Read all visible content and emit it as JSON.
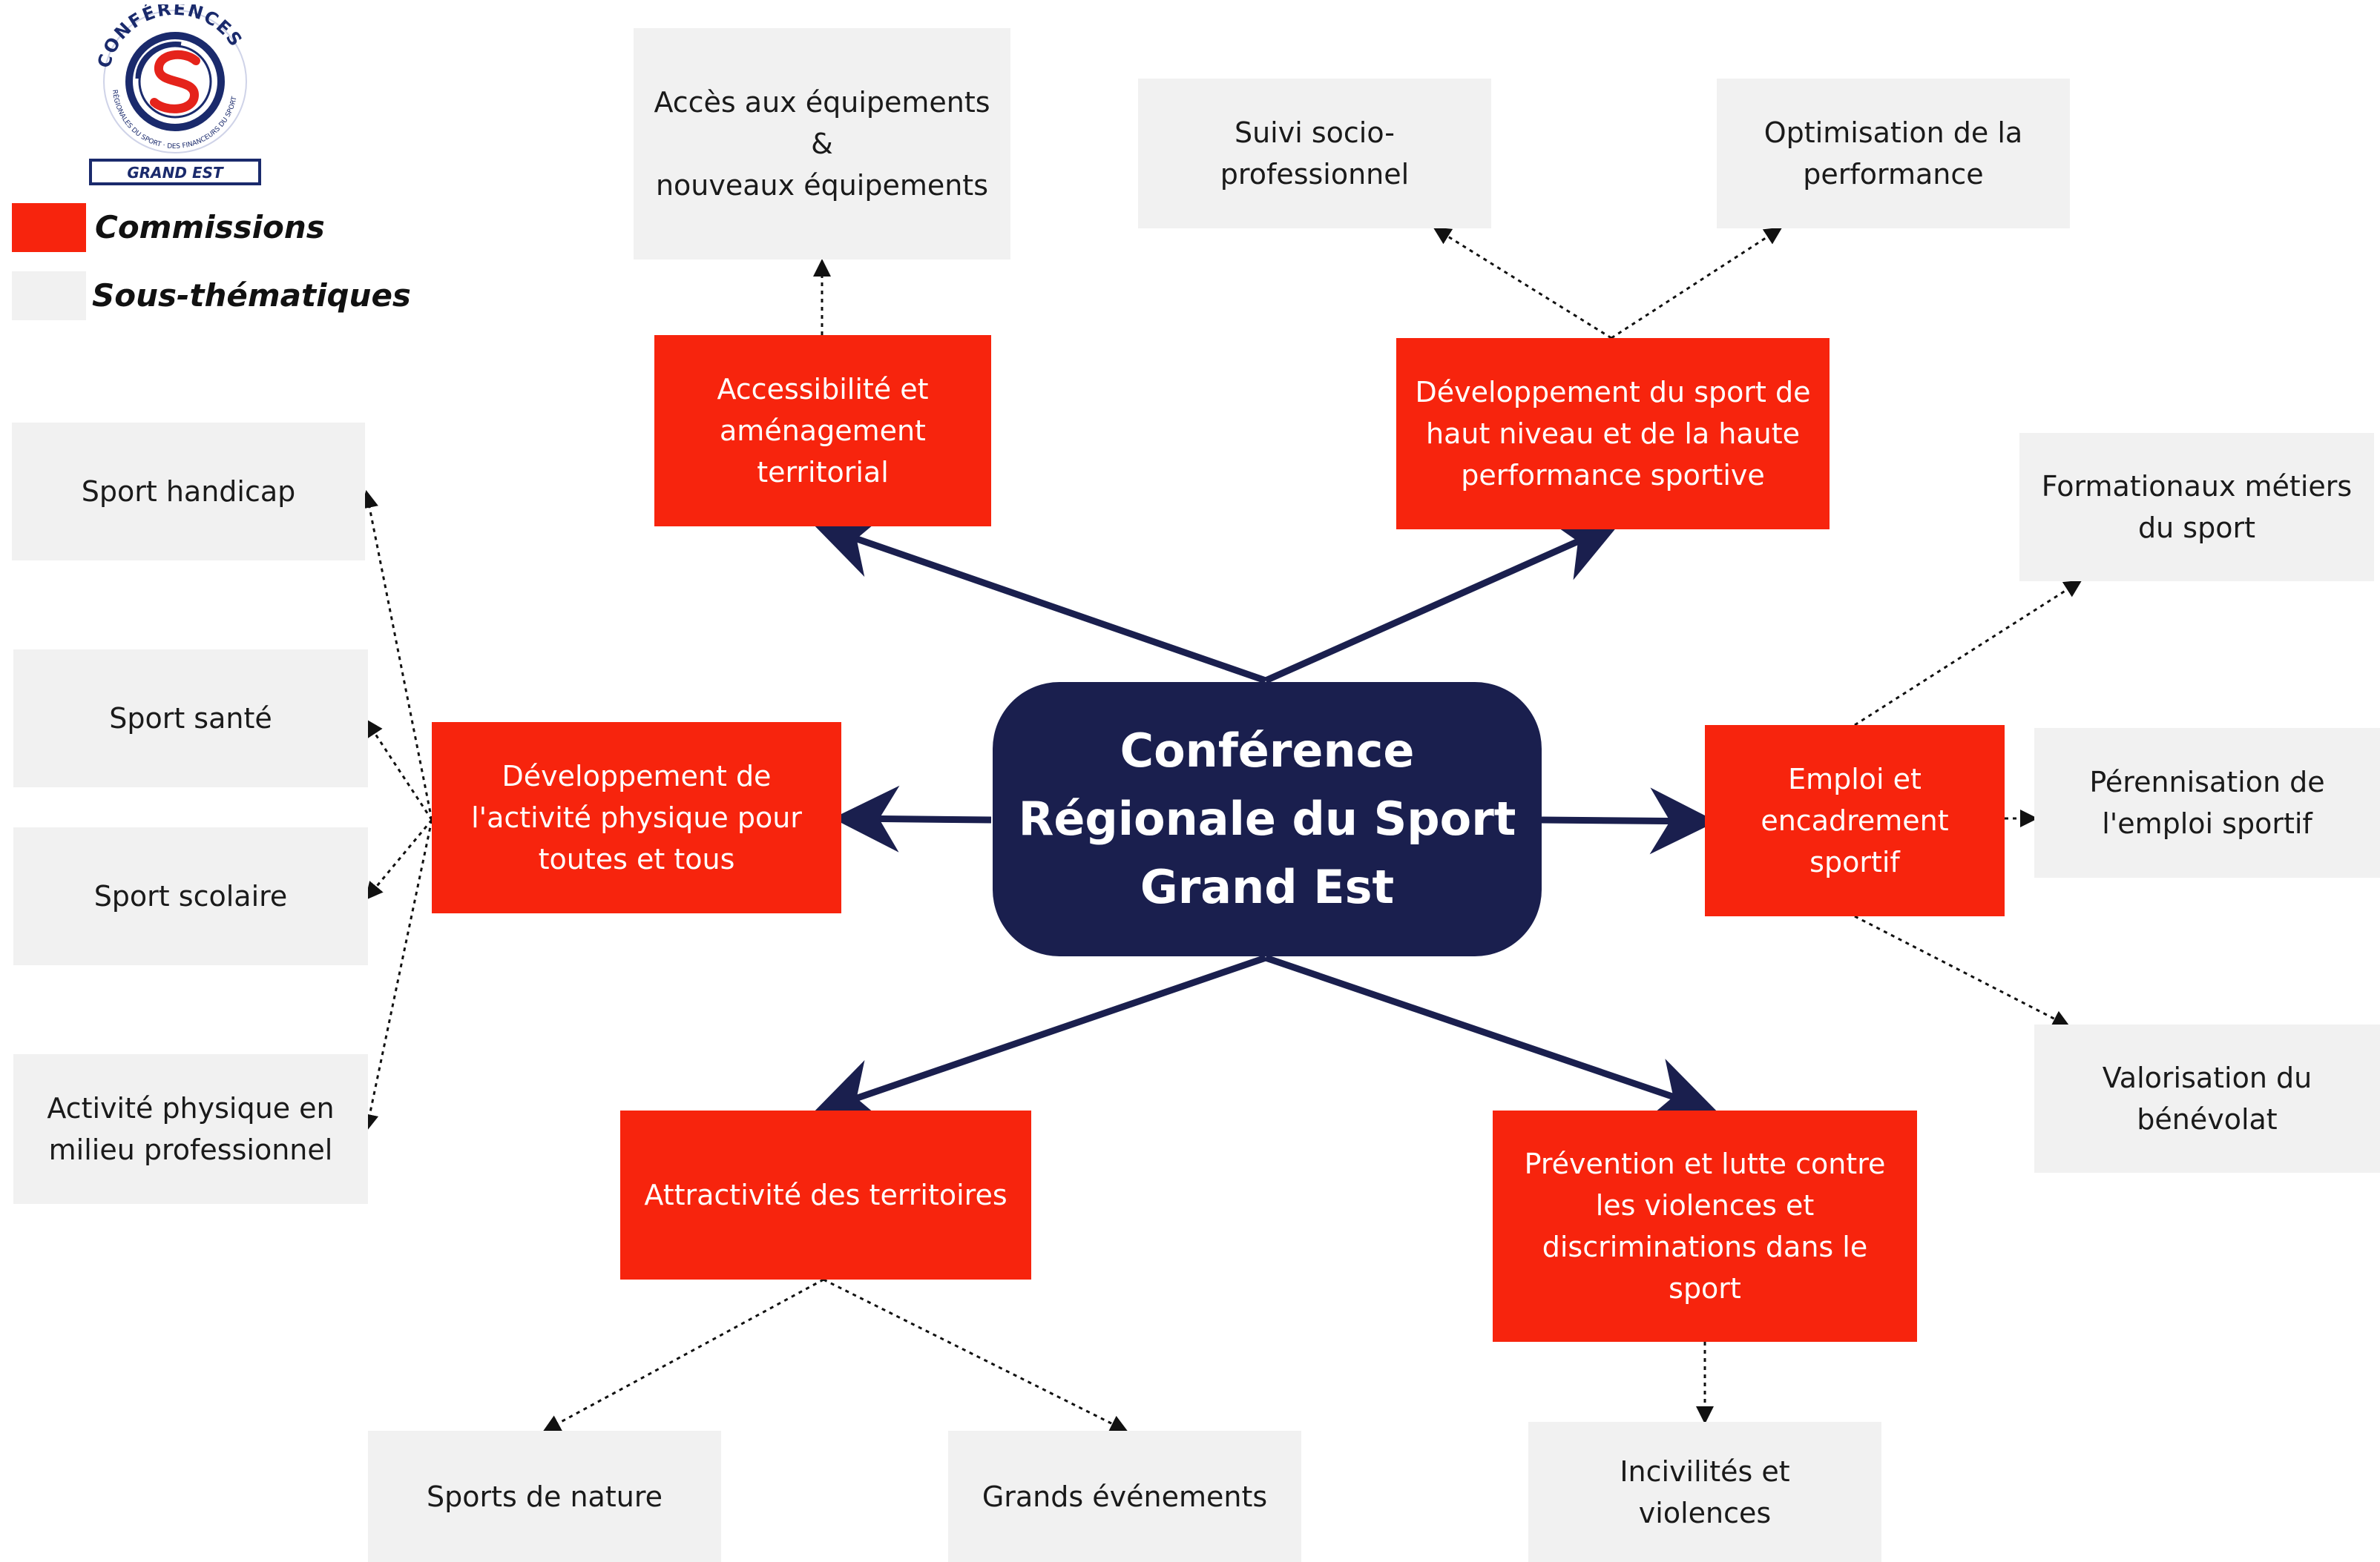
{
  "logo": {
    "ring_text": "CONFÉRENCES",
    "ring_subtext": "RÉGIONALES DU SPORT · DES FINANCEURS DU SPORT",
    "banner": "GRAND EST"
  },
  "legend": {
    "commissions": {
      "label": "Commissions",
      "color": "#f7240d"
    },
    "subthemes": {
      "label": "Sous-thématiques",
      "color": "#f1f1f1"
    }
  },
  "center": {
    "label": "Conférence\nRégionale du Sport\nGrand Est",
    "color": "#1a1f4e"
  },
  "commissions": [
    {
      "id": "accessibilite",
      "label": "Accessibilité et\naménagement\nterritorial"
    },
    {
      "id": "haut-niveau",
      "label": "Développement du sport de\nhaut niveau et de la haute\nperformance sportive"
    },
    {
      "id": "activite-physique",
      "label": "Développement de\nl'activité physique pour\ntoutes et tous"
    },
    {
      "id": "emploi",
      "label": "Emploi et\nencadrement\nsportif"
    },
    {
      "id": "attractivite",
      "label": "Attractivité des territoires"
    },
    {
      "id": "prevention",
      "label": "Prévention et lutte contre\nles violences et\ndiscriminations dans le\nsport"
    }
  ],
  "subthemes": [
    {
      "id": "acces-equipements",
      "label": "Accès aux équipements\n&\nnouveaux équipements"
    },
    {
      "id": "suivi",
      "label": "Suivi socio-\nprofessionnel"
    },
    {
      "id": "optimisation",
      "label": "Optimisation de la\nperformance"
    },
    {
      "id": "handicap",
      "label": "Sport handicap"
    },
    {
      "id": "sante",
      "label": "Sport santé"
    },
    {
      "id": "scolaire",
      "label": "Sport scolaire"
    },
    {
      "id": "milieu-pro",
      "label": "Activité physique en\nmilieu professionnel"
    },
    {
      "id": "formations",
      "label": "Formationaux métiers\ndu sport"
    },
    {
      "id": "perennisation",
      "label": "Pérennisation de\nl'emploi sportif"
    },
    {
      "id": "benevolat",
      "label": "Valorisation du\nbénévolat"
    },
    {
      "id": "nature",
      "label": "Sports de nature"
    },
    {
      "id": "evenements",
      "label": "Grands événements"
    },
    {
      "id": "incivilites",
      "label": "Incivilités et\nviolences"
    }
  ]
}
